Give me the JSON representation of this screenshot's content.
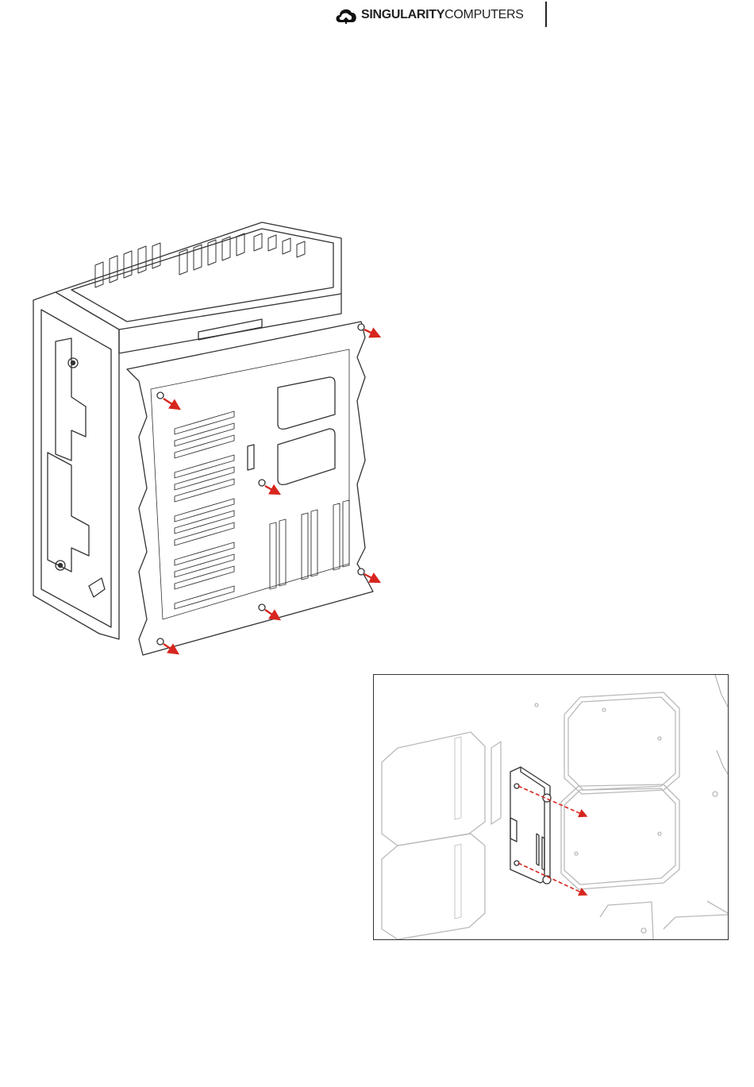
{
  "header": {
    "brand_bold": "SINGULARITY",
    "brand_light": "COMPUTERS",
    "logo_icon": "cloud-logo-icon"
  },
  "figures": {
    "main": {
      "icon": "case-side-panel-removal-diagram",
      "arrow_color": "#d7261e",
      "arrow_count": 7
    },
    "detail": {
      "icon": "bracket-mounting-detail-diagram",
      "arrow_color": "#d7261e",
      "arrow_count": 2
    }
  },
  "colors": {
    "line": "#333333",
    "accent": "#d7261e"
  }
}
